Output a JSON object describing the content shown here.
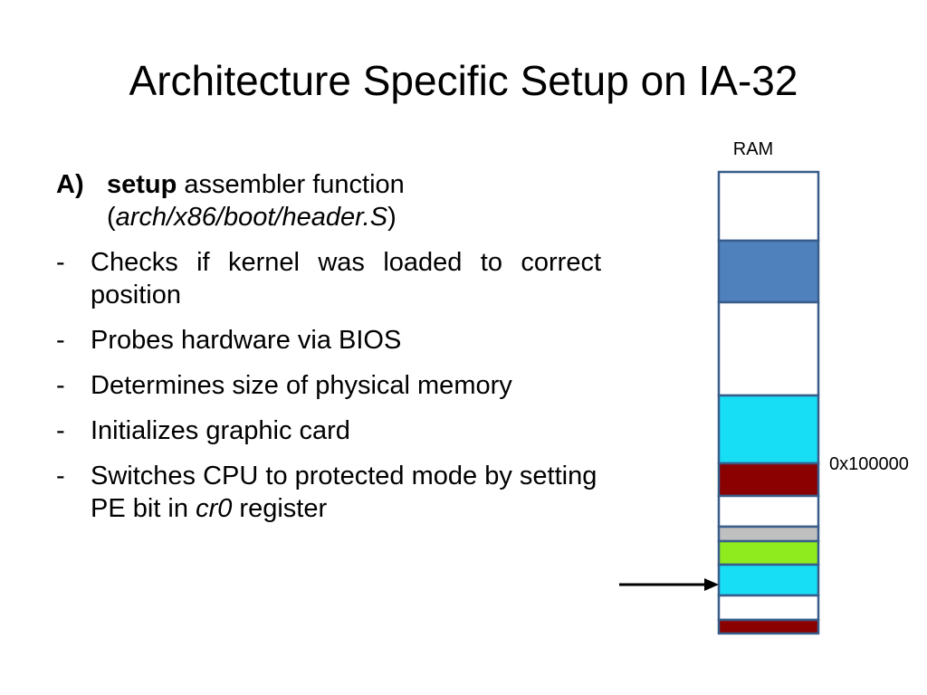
{
  "slide": {
    "title": "Architecture Specific Setup on IA-32",
    "heading": {
      "marker": "A)",
      "bold": "setup",
      "rest": " assembler function",
      "path_open": "(",
      "path": "arch/x86/boot/header.S",
      "path_close": ")"
    },
    "bullets": [
      {
        "dash": "-",
        "text": "Checks if kernel was loaded to correct position"
      },
      {
        "dash": "-",
        "text": "Probes hardware via BIOS"
      },
      {
        "dash": "-",
        "text": "Determines size of physical memory"
      },
      {
        "dash": "-",
        "text": "Initializes graphic card"
      },
      {
        "dash": "-",
        "before": "Switches CPU to protected mode by setting PE bit in ",
        "italic": "cr0",
        "after": " register"
      }
    ]
  },
  "ram_diagram": {
    "label": "RAM",
    "address_label": "0x100000",
    "border_color": "#385D8A",
    "arrow_color": "#000000",
    "segments": [
      {
        "fill": "#FFFFFF"
      },
      {
        "fill": "#4F81BD"
      },
      {
        "fill": "#FFFFFF"
      },
      {
        "fill": "#17DDF5"
      },
      {
        "fill": "#8B0000"
      },
      {
        "fill": "#FFFFFF"
      },
      {
        "fill": "#C0C0C0"
      },
      {
        "fill": "#8FEA1E"
      },
      {
        "fill": "#17DDF5"
      },
      {
        "fill": "#FFFFFF"
      },
      {
        "fill": "#8B0000"
      }
    ]
  }
}
